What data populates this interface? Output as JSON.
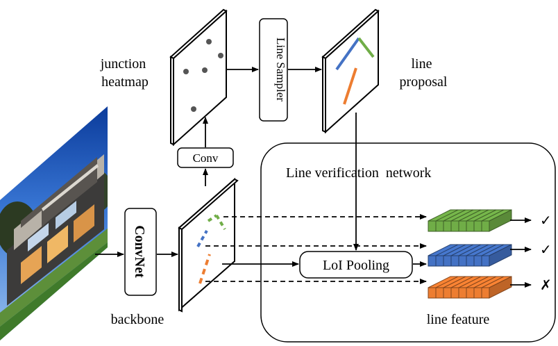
{
  "labels": {
    "junction_heatmap_line1": "junction",
    "junction_heatmap_line2": "heatmap",
    "line_sampler": "Line Sampler",
    "line_proposal_line1": "line",
    "line_proposal_line2": "proposal",
    "conv": "Conv",
    "convnet": "ConvNet",
    "backbone": "backbone",
    "line_verification_network": "Line verification  network",
    "loi_pooling": "LoI Pooling",
    "line_feature": "line feature"
  },
  "results": {
    "green_mark": "✓",
    "blue_mark": "✓",
    "orange_mark": "✗"
  },
  "colors": {
    "green": "#70AD47",
    "blue": "#4472C4",
    "orange": "#ED7D31",
    "heatmap_dot": "#555555"
  }
}
